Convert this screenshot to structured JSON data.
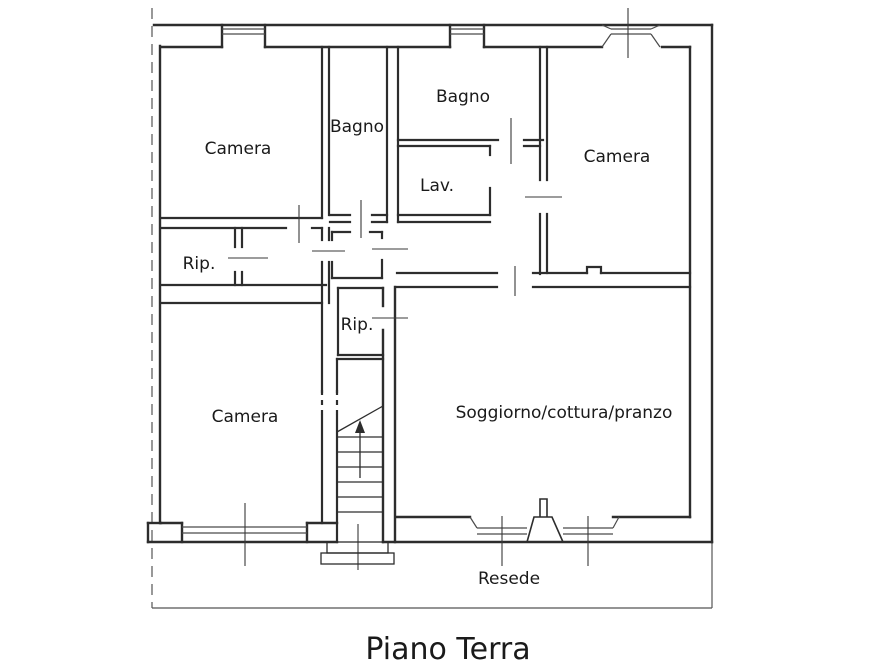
{
  "drawing": {
    "title": "Piano Terra",
    "outdoor_area_label": "Resede",
    "room_labels": {
      "camera_top_left": "Camera",
      "bagno_center": "Bagno",
      "bagno_top": "Bagno",
      "lavanderia": "Lav.",
      "camera_top_right": "Camera",
      "ripostiglio_left": "Rip.",
      "ripostiglio_center": "Rip.",
      "camera_bottom_left": "Camera",
      "soggiorno": "Soggiorno/cottura/pranzo"
    },
    "colors": {
      "wall_line": "#2d2d2d",
      "thin_line": "#4a4a4a",
      "background": "#ffffff",
      "text": "#111111"
    }
  }
}
